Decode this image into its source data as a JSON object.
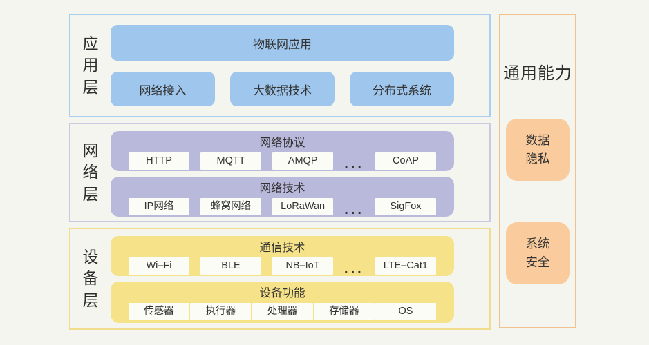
{
  "colors": {
    "bg": "#f5f5ef",
    "text": "#333333",
    "blue": "#9fc6ec",
    "app-border": "#a9cff0",
    "purple": "#b9badb",
    "net-border": "#c9cadf",
    "yellow": "#f6e288",
    "dev-border": "#f2dc8e",
    "orange": "#f9cb9d",
    "cap-border": "#f2c28e",
    "chip": "#fcfcf7"
  },
  "layers": [
    {
      "id": "application",
      "label": "应\n用\n层",
      "main_box": "物联网应用",
      "sub_boxes": [
        "网络接入",
        "大数据技术",
        "分布式系统"
      ]
    },
    {
      "id": "network",
      "label": "网\n络\n层",
      "groups": [
        {
          "title": "网络协议",
          "chips": [
            "HTTP",
            "MQTT",
            "AMQP",
            "...",
            "CoAP"
          ]
        },
        {
          "title": "网络技术",
          "chips": [
            "IP网络",
            "蜂窝网络",
            "LoRaWan",
            "...",
            "SigFox"
          ]
        }
      ]
    },
    {
      "id": "device",
      "label": "设\n备\n层",
      "groups": [
        {
          "title": "通信技术",
          "chips": [
            "Wi–Fi",
            "BLE",
            "NB–IoT",
            "...",
            "LTE–Cat1"
          ]
        },
        {
          "title": "设备功能",
          "chips": [
            "传感器",
            "执行器",
            "处理器",
            "存储器",
            "OS"
          ]
        }
      ]
    }
  ],
  "sidebar": {
    "title": "通用能力",
    "items": [
      "数据\n隐私",
      "系统\n安全"
    ]
  }
}
